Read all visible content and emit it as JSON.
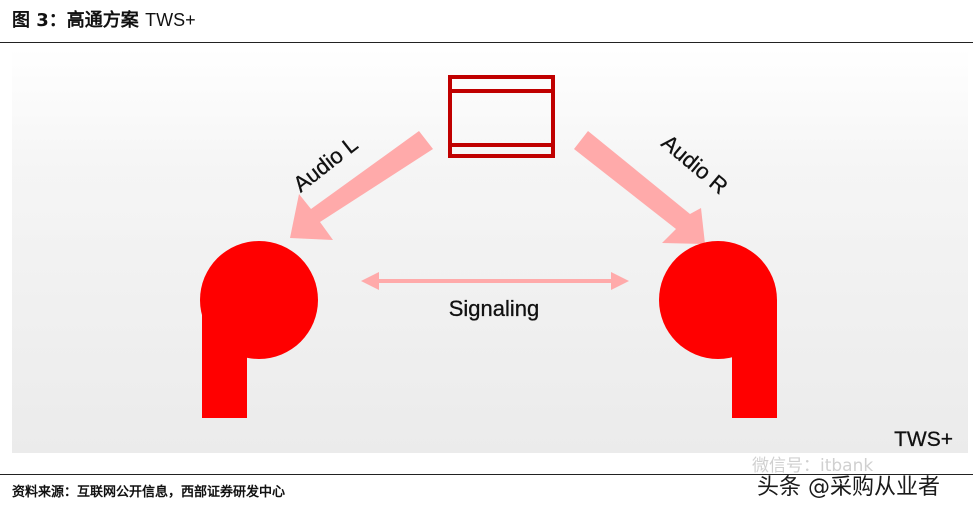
{
  "figure": {
    "title_prefix": "图 3：高通方案",
    "title_suffix": "TWS+"
  },
  "diagram": {
    "label_audio_l": "Audio L",
    "label_audio_r": "Audio R",
    "label_signaling": "Signaling",
    "label_corner": "TWS+",
    "colors": {
      "earbud": "#ff0000",
      "arrow": "#ffaaaa",
      "phone": "#c00000"
    }
  },
  "source": "资料来源：互联网公开信息，西部证券研发中心",
  "watermark": {
    "wechat": "微信号：itbank",
    "toutiao": "头条 @采购从业者"
  }
}
